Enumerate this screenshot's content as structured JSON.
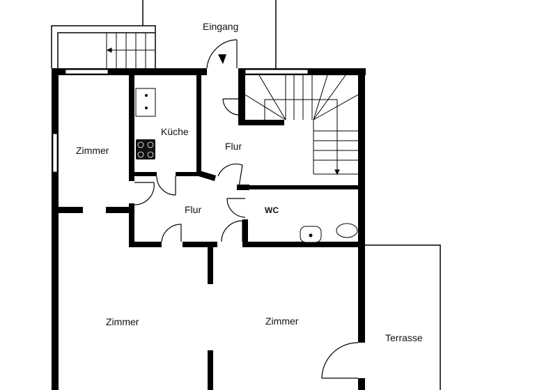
{
  "plan": {
    "wall_color": "#000000",
    "rooms": {
      "entrance": "Eingang",
      "kitchen": "Küche",
      "room_left_upper": "Zimmer",
      "hall_upper": "Flur",
      "hall_lower": "Flur",
      "wc": "WC",
      "room_lower_left": "Zimmer",
      "room_lower_right": "Zimmer",
      "terrace": "Terrasse"
    }
  }
}
